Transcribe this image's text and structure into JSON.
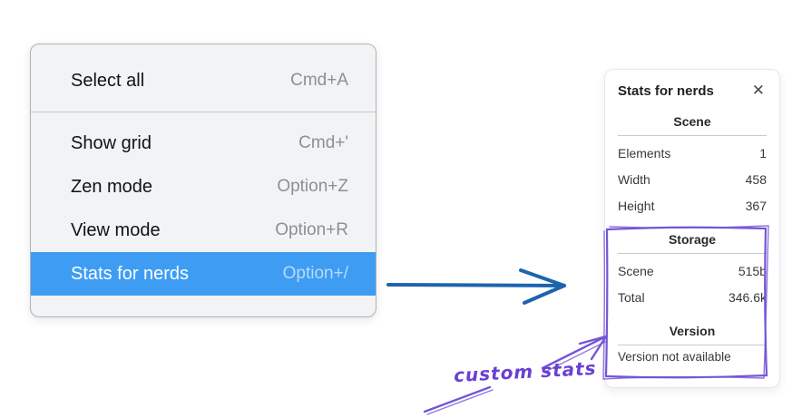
{
  "context_menu": {
    "items": [
      {
        "label": "Select all",
        "shortcut": "Cmd+A",
        "selected": false
      },
      {
        "label": "Show grid",
        "shortcut": "Cmd+'",
        "selected": false
      },
      {
        "label": "Zen mode",
        "shortcut": "Option+Z",
        "selected": false
      },
      {
        "label": "View mode",
        "shortcut": "Option+R",
        "selected": false
      },
      {
        "label": "Stats for nerds",
        "shortcut": "Option+/",
        "selected": true
      }
    ]
  },
  "stats_panel": {
    "title": "Stats for nerds",
    "close_icon": "✕",
    "sections": [
      {
        "heading": "Scene",
        "rows": [
          {
            "label": "Elements",
            "value": "1"
          },
          {
            "label": "Width",
            "value": "458"
          },
          {
            "label": "Height",
            "value": "367"
          }
        ]
      },
      {
        "heading": "Storage",
        "rows": [
          {
            "label": "Scene",
            "value": "515b"
          },
          {
            "label": "Total",
            "value": "346.6k"
          }
        ]
      },
      {
        "heading": "Version",
        "note": "Version not available"
      }
    ]
  },
  "annotation": {
    "label": "custom stats"
  },
  "colors": {
    "menu_highlight": "#3e9df3",
    "menu_background": "#f2f3f4",
    "flow_arrow_blue": "#1d64ae",
    "annotation_purple": "#7456d6",
    "annotation_text_purple": "#6a3fd4"
  }
}
